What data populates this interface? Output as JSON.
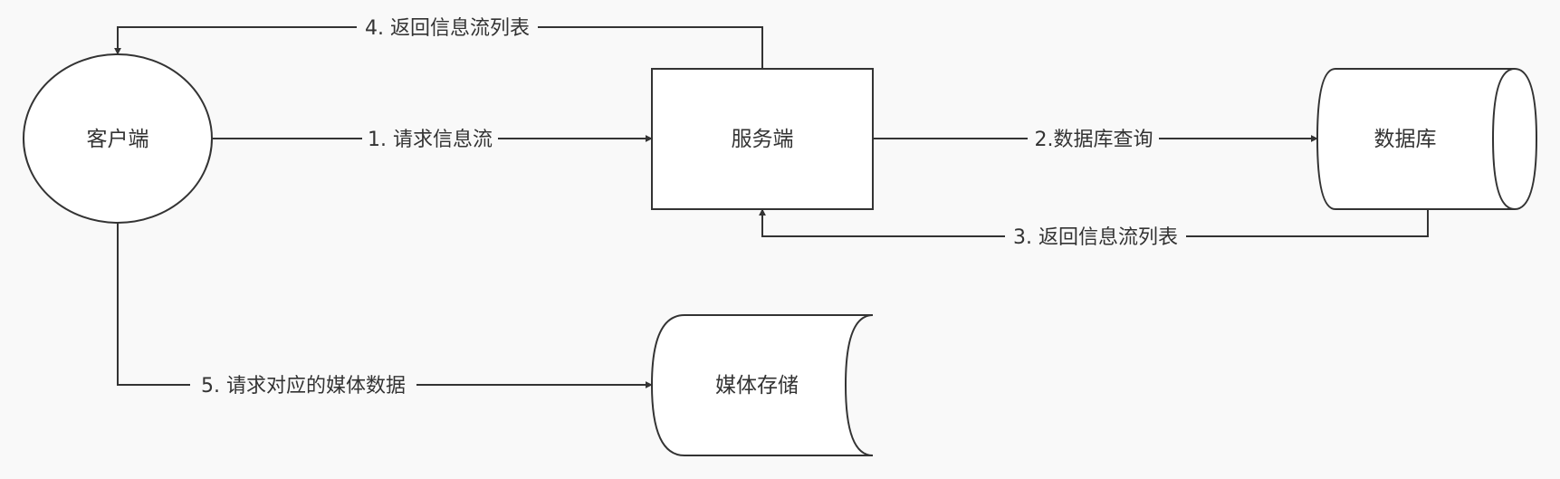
{
  "nodes": {
    "client": {
      "label": "客户端"
    },
    "server": {
      "label": "服务端"
    },
    "database": {
      "label": "数据库"
    },
    "media_storage": {
      "label": "媒体存储"
    }
  },
  "edges": {
    "step1": {
      "label": "1. 请求信息流"
    },
    "step2": {
      "label": "2.数据库查询"
    },
    "step3": {
      "label": "3. 返回信息流列表"
    },
    "step4": {
      "label": "4. 返回信息流列表"
    },
    "step5": {
      "label": "5. 请求对应的媒体数据"
    }
  },
  "colors": {
    "background": "#f9f9f9",
    "stroke": "#333333",
    "fill": "#ffffff"
  }
}
